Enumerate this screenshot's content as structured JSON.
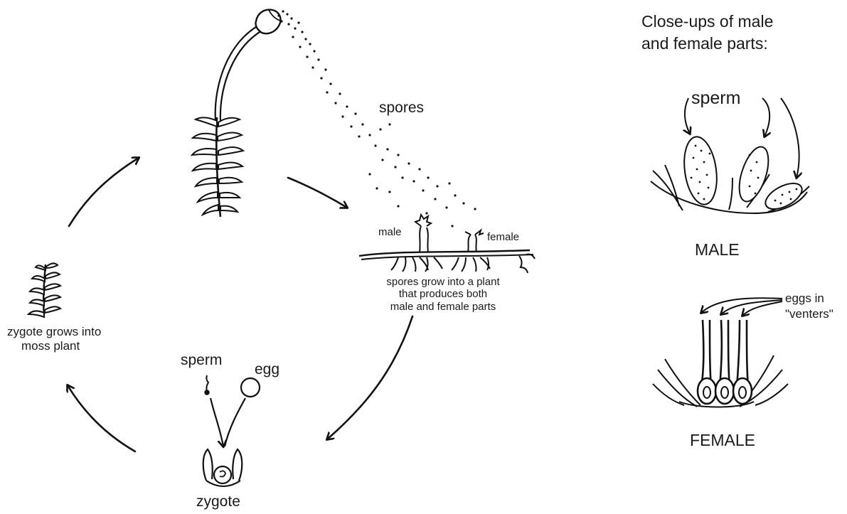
{
  "header": {
    "title_line1": "Close-ups of male",
    "title_line2": "and female parts:"
  },
  "cycle": {
    "spores_label": "spores",
    "male_label": "male",
    "female_label": "female",
    "gametophyte_caption": [
      "spores grow into a plant",
      "that produces both",
      "male and female parts"
    ],
    "sperm_label": "sperm",
    "egg_label": "egg",
    "zygote_label": "zygote",
    "zygote_growth_caption": [
      "zygote grows into",
      "moss plant"
    ]
  },
  "closeups": {
    "male": {
      "sperm_label": "sperm",
      "caption": "MALE"
    },
    "female": {
      "eggs_label": [
        "eggs in",
        "\"venters\""
      ],
      "caption": "FEMALE"
    }
  }
}
